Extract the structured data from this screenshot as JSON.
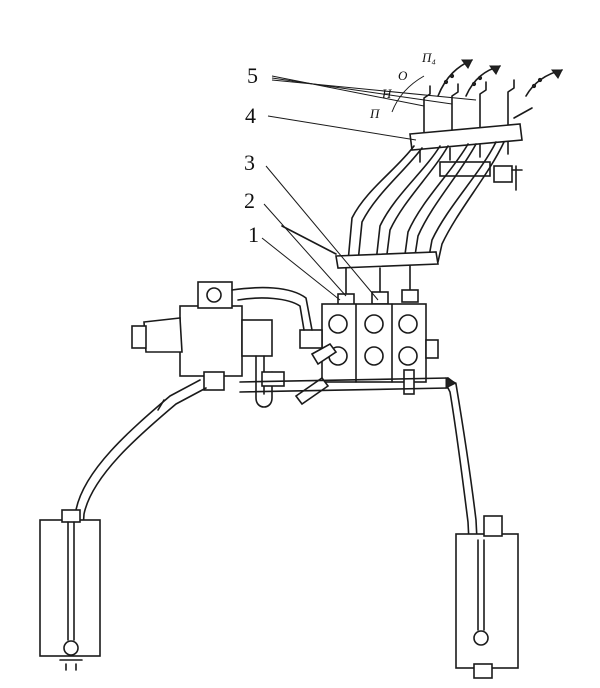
{
  "callouts": [
    {
      "id": "c5",
      "text": "5"
    },
    {
      "id": "c4",
      "text": "4"
    },
    {
      "id": "c3",
      "text": "3"
    },
    {
      "id": "c2",
      "text": "2"
    },
    {
      "id": "c1",
      "text": "1"
    }
  ],
  "position_labels": [
    {
      "id": "p-pl",
      "text": "П₄"
    },
    {
      "id": "p-o",
      "text": "О"
    },
    {
      "id": "p-n",
      "text": "Н"
    },
    {
      "id": "p-p",
      "text": "П"
    }
  ]
}
